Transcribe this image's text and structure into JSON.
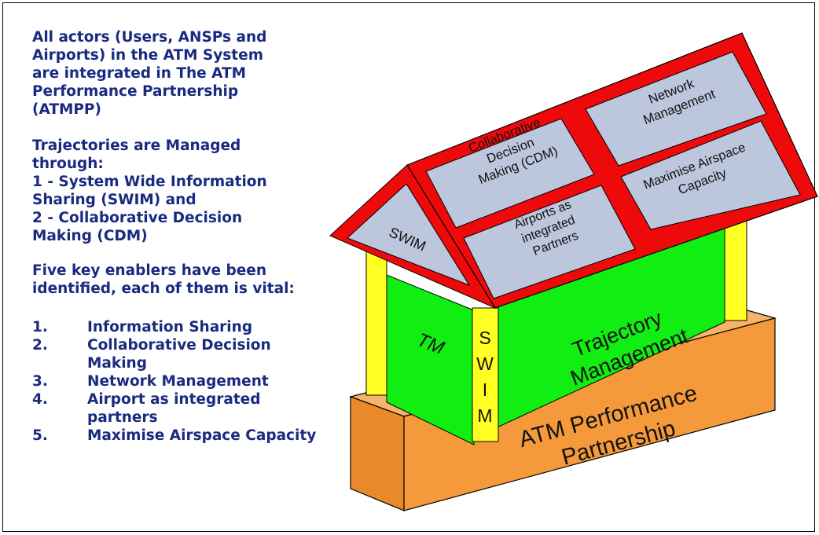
{
  "intro": {
    "lines": [
      "All actors (Users, ANSPs and",
      "Airports) in the ATM System",
      "are integrated in The ATM",
      "Performance Partnership",
      "(ATMPP)"
    ]
  },
  "trajectories": {
    "lines": [
      "Trajectories are Managed",
      "through:",
      "1 - System Wide Information",
      "Sharing (SWIM) and",
      "2 - Collaborative Decision",
      "Making (CDM)"
    ]
  },
  "enablers": {
    "lines": [
      "Five key enablers have been",
      "identified, each of them is vital:"
    ],
    "items": [
      {
        "num": "1.",
        "lines": [
          "Information Sharing"
        ]
      },
      {
        "num": "2.",
        "lines": [
          "Collaborative Decision",
          "Making"
        ]
      },
      {
        "num": "3.",
        "lines": [
          "Network Management"
        ]
      },
      {
        "num": "4.",
        "lines": [
          "Airport as integrated",
          "partners"
        ]
      },
      {
        "num": "5.",
        "lines": [
          "Maximise Airspace Capacity"
        ]
      }
    ]
  },
  "house": {
    "base": [
      "ATM Performance",
      "Partnership"
    ],
    "wall_front": [
      "Trajectory",
      "Management"
    ],
    "wall_side": "TM",
    "pillar_letters": [
      "S",
      "W",
      "I",
      "M"
    ],
    "gable": "SWIM",
    "roof_cdm": [
      "Collaborative",
      "Decision",
      "Making (CDM)"
    ],
    "roof_network": [
      "Network",
      "Management"
    ],
    "roof_airports": [
      "Airports as",
      "integrated",
      "Partners"
    ],
    "roof_airspace": [
      "Maximise Airspace",
      "Capacity"
    ]
  },
  "colors": {
    "text": "#1a2a80",
    "base_front": "#f59a3a",
    "base_top": "#f7b36a",
    "wall": "#11ee11",
    "pillar": "#ffff22",
    "roof_frame": "#ee0a0a",
    "roof_panel": "#bcc6dc"
  }
}
